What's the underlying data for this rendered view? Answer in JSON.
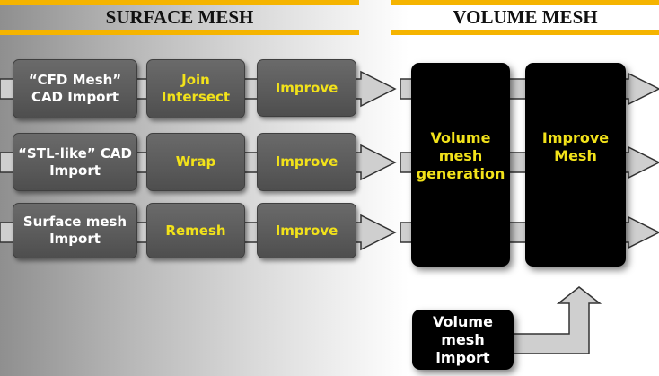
{
  "headers": {
    "surface": "SURFACE MESH",
    "volume": "VOLUME MESH"
  },
  "surface_rows": [
    {
      "import": "“CFD Mesh” CAD Import",
      "step": "Join Intersect",
      "improve": "Improve"
    },
    {
      "import": "“STL-like” CAD Import",
      "step": "Wrap",
      "improve": "Improve"
    },
    {
      "import": "Surface mesh Import",
      "step": "Remesh",
      "improve": "Improve"
    }
  ],
  "volume": {
    "generation": "Volume mesh generation",
    "improve": "Improve Mesh",
    "import": "Volume mesh import"
  },
  "colors": {
    "accent": "#f5b400",
    "highlight_text": "#f2e21a"
  }
}
